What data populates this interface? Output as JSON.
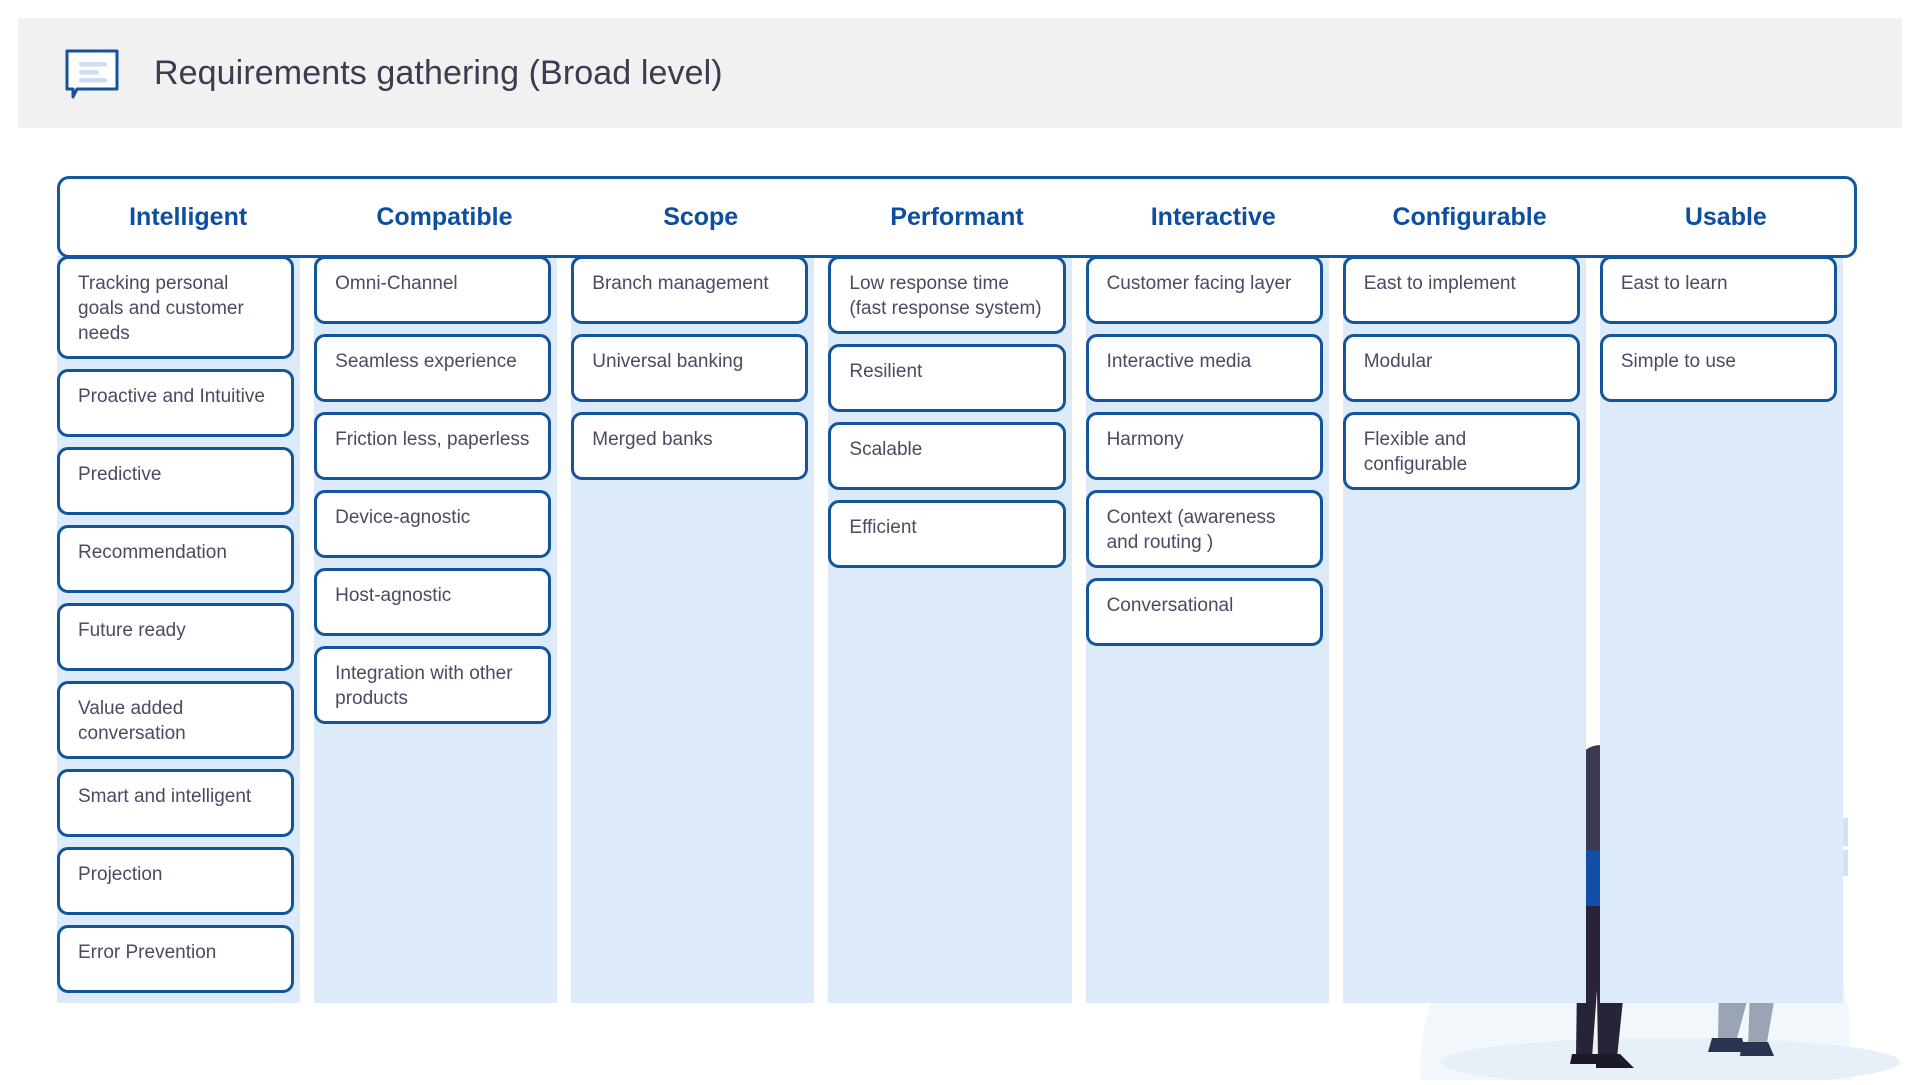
{
  "header": {
    "icon": "note-speech-bubble-icon",
    "title": "Requirements gathering (Broad level)",
    "band_color": "#f1f1f1",
    "title_color": "#3e3a4f"
  },
  "theme": {
    "header_text_color": "#0d4ea0",
    "card_border_color": "#13559c",
    "column_background": "#dceafa",
    "card_text_color": "#4c4a62"
  },
  "board": {
    "columns": [
      {
        "title": "Intelligent",
        "cards": [
          "Tracking personal goals and customer needs",
          "Proactive and Intuitive",
          "Predictive",
          "Recommendation",
          "Future ready",
          "Value added conversation",
          "Smart and intelligent",
          "Projection",
          "Error Prevention"
        ]
      },
      {
        "title": "Compatible",
        "cards": [
          "Omni-Channel",
          "Seamless experience",
          "Friction less, paperless",
          "Device-agnostic",
          "Host-agnostic",
          "Integration with other products"
        ]
      },
      {
        "title": "Scope",
        "cards": [
          "Branch management",
          "Universal banking",
          "Merged banks"
        ]
      },
      {
        "title": "Performant",
        "cards": [
          "Low response time (fast response system)",
          "Resilient",
          "Scalable",
          "Efficient"
        ]
      },
      {
        "title": "Interactive",
        "cards": [
          "Customer facing layer",
          "Interactive media",
          "Harmony",
          "Context (awareness and routing )",
          "Conversational"
        ]
      },
      {
        "title": "Configurable",
        "cards": [
          "East to implement",
          "Modular",
          "Flexible and configurable"
        ]
      },
      {
        "title": "Usable",
        "cards": [
          "East to learn",
          "Simple to use"
        ]
      }
    ]
  },
  "illustration": {
    "name": "two-people-at-kanban-whiteboard-illustration",
    "sticky_note_colors": [
      "#fdf6a8",
      "#f7c6d8",
      "#cfe3f3"
    ],
    "whiteboard_color": "#ffffff",
    "backdrop_color": "#f1f6fb"
  }
}
